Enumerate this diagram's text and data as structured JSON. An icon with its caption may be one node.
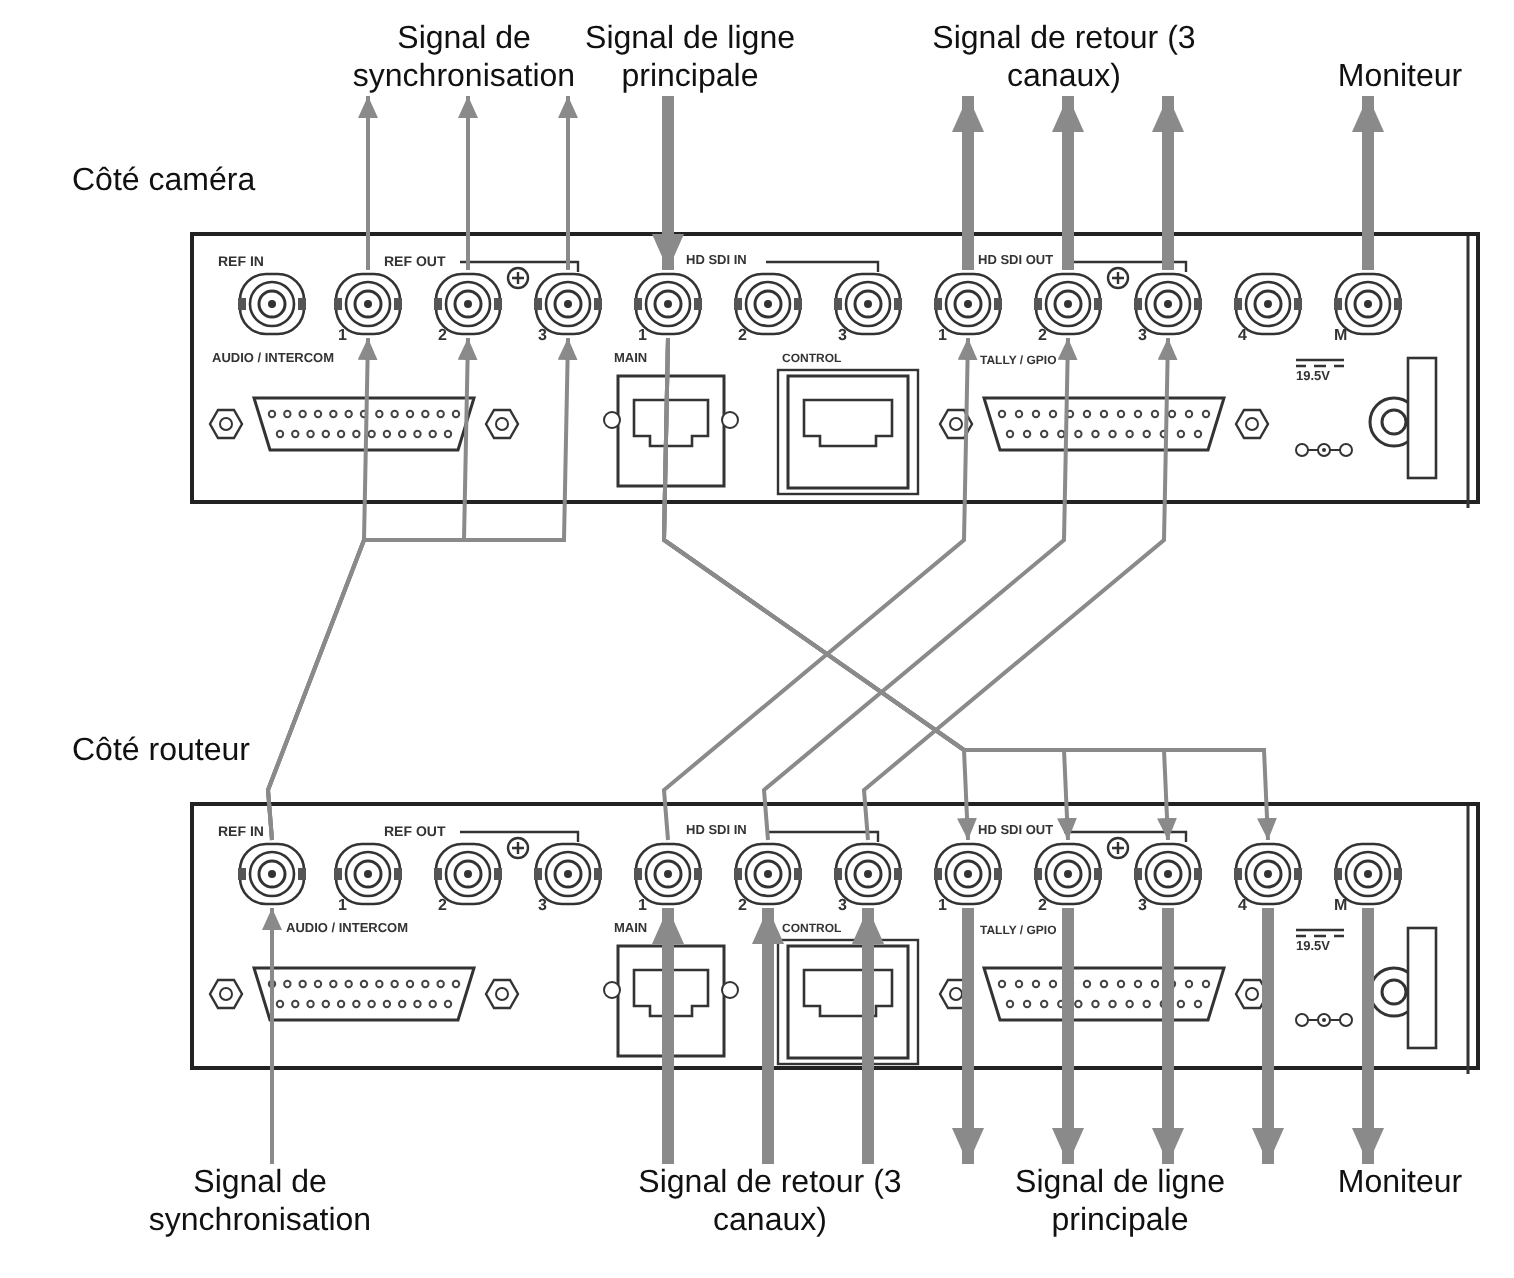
{
  "diagram": {
    "nodes": [
      {
        "text": [
          "Signal de synchronisation"
        ]
      },
      {
        "text": [
          "Signal de ligne principale"
        ]
      },
      {
        "text": [
          "Signal de retour (3 canaux)"
        ]
      },
      {
        "text": [
          "Moniteur"
        ]
      },
      {
        "text": [
          "Côté caméra"
        ]
      },
      {
        "text": [],
        "shape": "circle",
        "in": 4
      },
      {
        "text": [],
        "shape": "circle",
        "in": 4
      },
      {
        "text": [],
        "shape": "circle",
        "in": 4
      },
      {
        "text": [],
        "shape": "circle",
        "in": 4
      },
      {
        "text": [],
        "shape": "circle",
        "in": 4
      },
      {
        "text": [],
        "shape": "circle",
        "in": 4
      },
      {
        "text": [],
        "shape": "circle",
        "in": 4
      },
      {
        "text": [],
        "shape": "circle",
        "in": 4
      },
      {
        "text": [
          "Côté routeur"
        ]
      },
      {
        "text": [],
        "shape": "circle",
        "in": 13
      },
      {
        "text": [],
        "shape": "circle",
        "in": 13
      },
      {
        "text": [],
        "shape": "circle",
        "in": 13
      },
      {
        "text": [],
        "shape": "circle",
        "in": 13
      },
      {
        "text": [],
        "shape": "circle",
        "in": 13
      },
      {
        "text": [],
        "shape": "circle",
        "in": 13
      },
      {
        "text": [],
        "shape": "circle",
        "in": 13
      },
      {
        "text": [],
        "shape": "circle",
        "in": 13
      },
      {
        "text": [],
        "shape": "circle",
        "in": 13
      },
      {
        "text": [
          "Signal de synchronisation"
        ]
      },
      {
        "text": [
          "Signal de retour (3 canaux)"
        ]
      },
      {
        "text": [
          "Signal de ligne principale"
        ]
      },
      {
        "text": [
          "Moniteur"
        ]
      }
    ],
    "edges": [
      {
        "from": 5,
        "to": 0,
        "arrow": "to"
      },
      {
        "from": 6,
        "to": 0,
        "arrow": "to"
      },
      {
        "from": 7,
        "to": 0,
        "arrow": "to"
      },
      {
        "from": 1,
        "to": 8,
        "arrow": "to",
        "style": "thick"
      },
      {
        "from": 9,
        "to": 2,
        "arrow": "to",
        "style": "thick"
      },
      {
        "from": 10,
        "to": 2,
        "arrow": "to",
        "style": "thick"
      },
      {
        "from": 11,
        "to": 2,
        "arrow": "to",
        "style": "thick"
      },
      {
        "from": 12,
        "to": 3,
        "arrow": "to",
        "style": "thick"
      },
      {
        "from": 14,
        "to": 5,
        "arrow": "to"
      },
      {
        "from": 14,
        "to": 6,
        "arrow": "to"
      },
      {
        "from": 14,
        "to": 7,
        "arrow": "to"
      },
      {
        "from": 8,
        "to": 18,
        "arrow": "to"
      },
      {
        "from": 8,
        "to": 19,
        "arrow": "to"
      },
      {
        "from": 8,
        "to": 20,
        "arrow": "to"
      },
      {
        "from": 8,
        "to": 21,
        "arrow": "to"
      },
      {
        "from": 15,
        "to": 9,
        "arrow": "to"
      },
      {
        "from": 16,
        "to": 10,
        "arrow": "to"
      },
      {
        "from": 17,
        "to": 11,
        "arrow": "to"
      },
      {
        "from": 23,
        "to": 14,
        "arrow": "to"
      },
      {
        "from": 24,
        "to": 15,
        "arrow": "to",
        "style": "thick"
      },
      {
        "from": 24,
        "to": 16,
        "arrow": "to",
        "style": "thick"
      },
      {
        "from": 24,
        "to": 17,
        "arrow": "to",
        "style": "thick"
      },
      {
        "from": 18,
        "to": 25,
        "arrow": "to",
        "style": "thick"
      },
      {
        "from": 19,
        "to": 25,
        "arrow": "to",
        "style": "thick"
      },
      {
        "from": 20,
        "to": 25,
        "arrow": "to",
        "style": "thick"
      },
      {
        "from": 21,
        "to": 25,
        "arrow": "to",
        "style": "thick"
      },
      {
        "from": 22,
        "to": 26,
        "arrow": "to",
        "style": "thick"
      }
    ],
    "labels": [
      "REF IN",
      "REF OUT",
      "1",
      "2",
      "3",
      "HD SDI IN",
      "1",
      "2",
      "3",
      "HD SDI OUT",
      "1",
      "2",
      "3",
      "4",
      "M",
      "AUDIO / INTERCOM",
      "MAIN",
      "CONTROL",
      "TALLY / GPIO",
      "19.5V",
      "REF IN",
      "REF OUT",
      "1",
      "2",
      "3",
      "HD SDI IN",
      "1",
      "2",
      "3",
      "HD SDI OUT",
      "1",
      "2",
      "3",
      "4",
      "M",
      "AUDIO / INTERCOM",
      "MAIN",
      "CONTROL",
      "TALLY / GPIO",
      "19.5V"
    ]
  }
}
